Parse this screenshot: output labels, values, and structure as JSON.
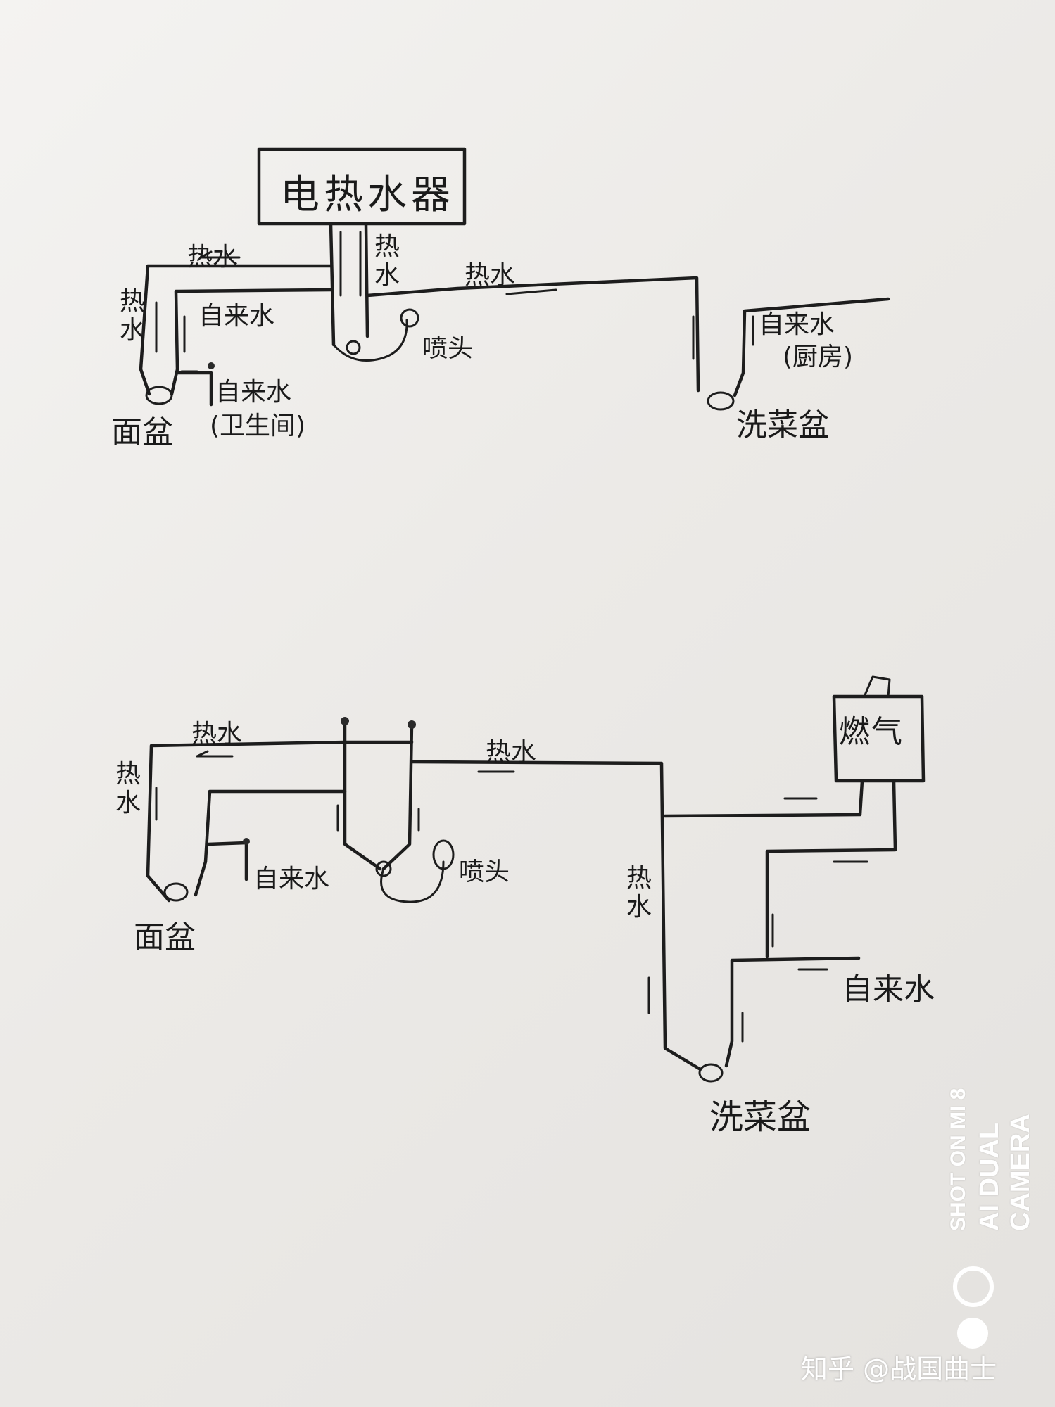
{
  "diagram_top": {
    "heater_label": "电热水器",
    "hot_water_left": "热水",
    "hot_water_left_vertical": "热水",
    "tap_water_upper": "自来水",
    "hot_water_center_vertical": "热水",
    "hot_water_right": "热水",
    "shower_label": "喷头",
    "basin_label": "面盆",
    "tap_water_bathroom": "自来水",
    "tap_water_bathroom_note": "(卫生间)",
    "tap_water_kitchen": "自来水",
    "tap_water_kitchen_note": "(厨房)",
    "sink_label": "洗菜盆"
  },
  "diagram_bottom": {
    "hot_water_left": "热水",
    "hot_water_left_vertical": "热水",
    "tap_water_label": "自来水",
    "shower_label": "喷头",
    "basin_label": "面盆",
    "hot_water_right": "热水",
    "gas_heater_label": "燃气",
    "hot_water_vertical": "热水",
    "tap_water_right": "自来水",
    "sink_label": "洗菜盆"
  },
  "watermark": {
    "line1": "SHOT ON MI 8",
    "line2": "AI DUAL CAMERA"
  },
  "credit": "知乎 @战国曲士"
}
